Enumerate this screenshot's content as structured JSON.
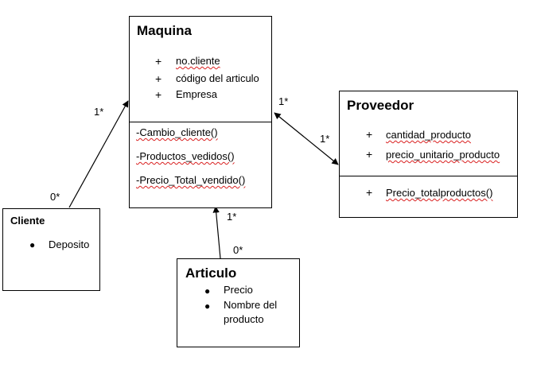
{
  "classes": {
    "maquina": {
      "name": "Maquina",
      "attributes": [
        {
          "symbol": "+",
          "text": "no.cliente"
        },
        {
          "symbol": "+",
          "text": "código del articulo"
        },
        {
          "symbol": "+",
          "text": "Empresa"
        }
      ],
      "methods": [
        "-Cambio_cliente()",
        "-Productos_vedidos()",
        "-Precio_Total_vendido()"
      ]
    },
    "proveedor": {
      "name": "Proveedor",
      "attributes": [
        {
          "symbol": "+",
          "text": "cantidad_producto"
        },
        {
          "symbol": "+",
          "text": "precio_unitario_producto"
        }
      ],
      "methods": [
        {
          "symbol": "+",
          "text": "Precio_totalproductos()"
        }
      ]
    },
    "cliente": {
      "name": "Cliente",
      "bullets": [
        "Deposito"
      ]
    },
    "articulo": {
      "name": "Articulo",
      "bullets": [
        "Precio",
        "Nombre del",
        "producto"
      ]
    }
  },
  "multiplicities": {
    "cliente_end": "0*",
    "maquina_from_cliente": "1*",
    "maquina_from_proveedor": "1*",
    "proveedor_end": "1*",
    "maquina_from_articulo": "1*",
    "articulo_end": "0*"
  }
}
